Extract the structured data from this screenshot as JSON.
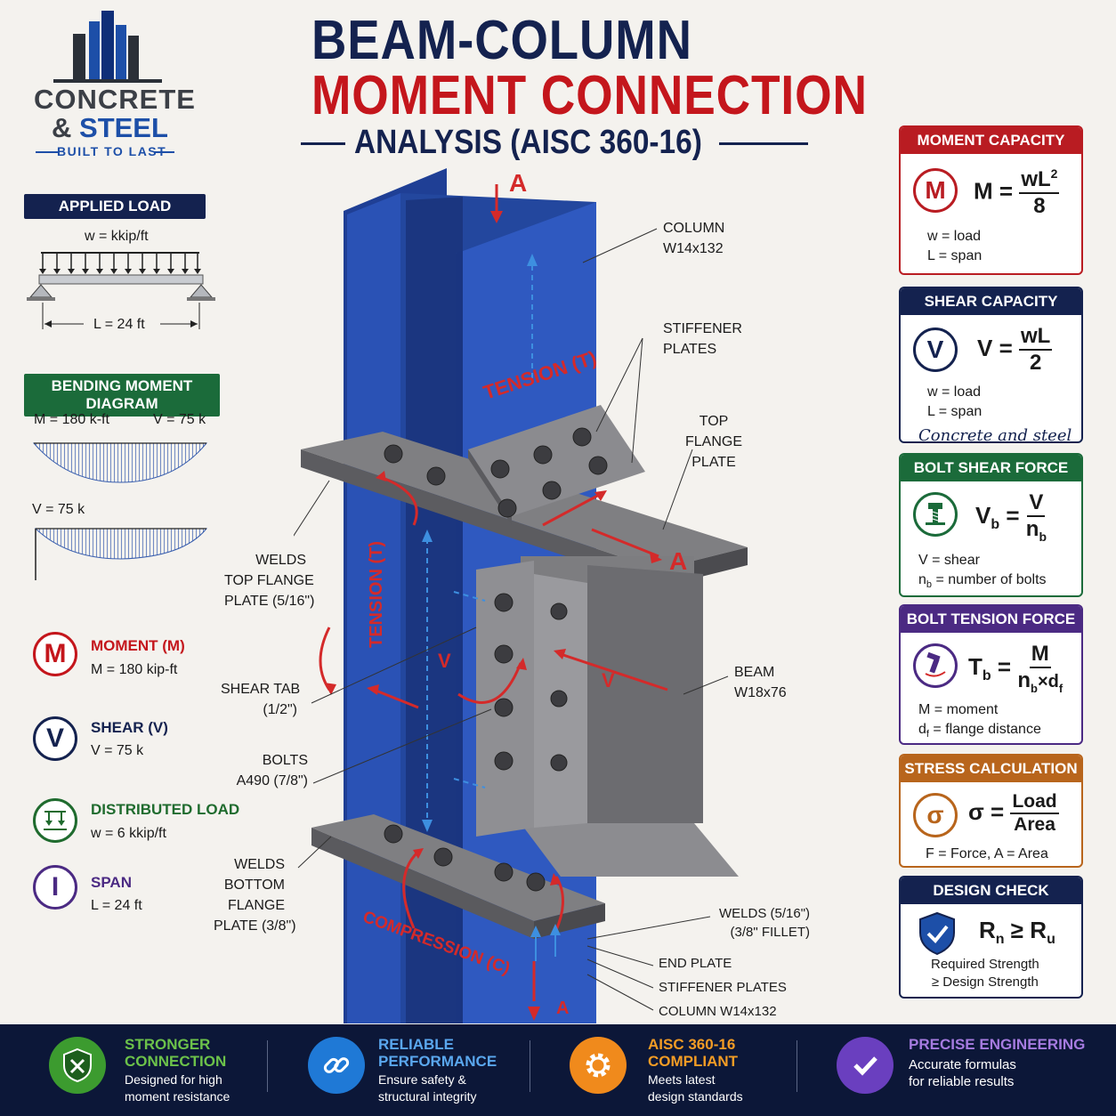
{
  "logo": {
    "line1": "CONCRETE",
    "amp": "&",
    "line2": "STEEL",
    "tagline": "BUILT TO LAST"
  },
  "title": {
    "line1": "BEAM-COLUMN",
    "line2": "MOMENT CONNECTION",
    "line3": "ANALYSIS (AISC 360-16)"
  },
  "applied_load": {
    "header": "APPLIED LOAD",
    "w_label": "w = kkip/ft",
    "span_label": "L = 24 ft"
  },
  "bmd": {
    "header": "BENDING MOMENT DIAGRAM",
    "moment": "M = 180 k-ft",
    "shear_top": "V = 75 k",
    "shear_diag": "V = 75 k"
  },
  "legend": [
    {
      "icon": "M",
      "title": "MOMENT (M)",
      "value": "M = 180 kip-ft",
      "color": "#c4161c"
    },
    {
      "icon": "V",
      "title": "SHEAR (V)",
      "value": "V = 75 k",
      "color": "#14224f"
    },
    {
      "icon": "",
      "title": "DISTRIBUTED LOAD",
      "value": "w = 6 kkip/ft",
      "color": "#1f6b2e"
    },
    {
      "icon": "I",
      "title": "SPAN",
      "value": "L = 24 ft",
      "color": "#4b2a83"
    }
  ],
  "diagram": {
    "column_label": "COLUMN",
    "column_size": "W14x132",
    "stiffener_label": "STIFFENER",
    "stiffener_label2": "PLATES",
    "top_flange_plate": [
      "TOP",
      "FLANGE",
      "PLATE"
    ],
    "welds_top": [
      "WELDS",
      "TOP FLANGE",
      "PLATE (5/16\")"
    ],
    "shear_tab": [
      "SHEAR TAB",
      "(1/2\")"
    ],
    "bolts": [
      "BOLTS",
      "A490 (7/8\")"
    ],
    "welds_bottom": [
      "WELDS",
      "BOTTOM",
      "FLANGE",
      "PLATE (3/8\")"
    ],
    "beam_label": "BEAM",
    "beam_size": "W18x76",
    "welds_fillet": [
      "WELDS (5/16\")",
      "(3/8\" FILLET)"
    ],
    "end_plate": "END PLATE",
    "stiffener_plates": "STIFFENER PLATES",
    "column_bottom": "COLUMN W14x132",
    "tension_t": "TENSION (T)",
    "tension_v": "TENSION (T)",
    "compression": "COMPRESSION (C)",
    "section_a": "A",
    "v_mark": "V"
  },
  "cards": {
    "moment": {
      "header": "MOMENT CAPACITY",
      "icon": "M",
      "lhs": "M =",
      "num": "wL",
      "sup": "2",
      "den": "8",
      "notes": [
        "w = load",
        "L = span"
      ]
    },
    "shear": {
      "header": "SHEAR CAPACITY",
      "icon": "V",
      "lhs": "V =",
      "num": "wL",
      "den": "2",
      "notes": [
        "w = load",
        "L = span"
      ],
      "script": "Concrete and steel"
    },
    "bolt_shear": {
      "header": "BOLT SHEAR FORCE",
      "lhs": "V",
      "lhs_sub": "b",
      "eq": "=",
      "num": "V",
      "den": "n",
      "den_sub": "b",
      "notes": [
        "V = shear"
      ],
      "note2": "n",
      "note2_sub": "b",
      "note2_rest": " = number of bolts"
    },
    "bolt_tension": {
      "header": "BOLT TENSION FORCE",
      "lhs": "T",
      "lhs_sub": "b",
      "eq": "=",
      "num": "M",
      "den": "n",
      "den_sub": "b",
      "den_mid": "×d",
      "den_sub2": "f",
      "note1": "M = moment",
      "note2": "d",
      "note2_sub": "f",
      "note2_rest": " = flange distance"
    },
    "stress": {
      "header": "STRESS CALCULATION",
      "icon": "σ",
      "lhs": "σ =",
      "num": "Load",
      "den": "Area",
      "note": "F = Force, A = Area"
    },
    "design": {
      "header": "DESIGN CHECK",
      "lhs": "R",
      "lhs_sub": "n",
      "op": " ≥ ",
      "rhs": "R",
      "rhs_sub": "u",
      "notes": [
        "Required Strength",
        "≥ Design Strength"
      ]
    }
  },
  "footer": [
    {
      "title1": "STRONGER",
      "title2": "CONNECTION",
      "text1": "Designed for high",
      "text2": "moment resistance",
      "color": "#6cc24a"
    },
    {
      "title1": "RELIABLE",
      "title2": "PERFORMANCE",
      "text1": "Ensure safety &",
      "text2": "structural integrity",
      "color": "#5aa7ee"
    },
    {
      "title1": "AISC 360-16",
      "title2": "COMPLIANT",
      "text1": "Meets latest",
      "text2": "design standards",
      "color": "#f39c25"
    },
    {
      "title1": "PRECISE ENGINEERING",
      "title2": "",
      "text1": "Accurate formulas",
      "text2": "for reliable results",
      "color": "#a67be0"
    }
  ]
}
